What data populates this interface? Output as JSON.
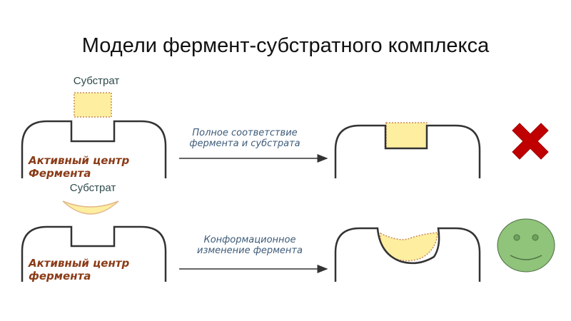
{
  "title": "Модели фермент-субстратного комплекса",
  "rows": [
    {
      "substrate_label": "Субстрат",
      "active_site_line1": "Активный центр",
      "active_site_line2": "Фермента",
      "arrow_line1": "Полное соответствие",
      "arrow_line2": "фермента и субстрата",
      "verdict_icon": "red-cross-icon"
    },
    {
      "substrate_label": "Субстрат",
      "active_site_line1": "Активный центр",
      "active_site_line2": "фермента",
      "arrow_line1": "Конформационное",
      "arrow_line2": "изменение фермента",
      "verdict_icon": "green-smiley-icon"
    }
  ],
  "colors": {
    "substrate": "#fdeea0",
    "cross": "#c00000",
    "smiley": "#8fc47a",
    "active_site_text": "#8a3b17",
    "arrow_text": "#3d5a78"
  }
}
